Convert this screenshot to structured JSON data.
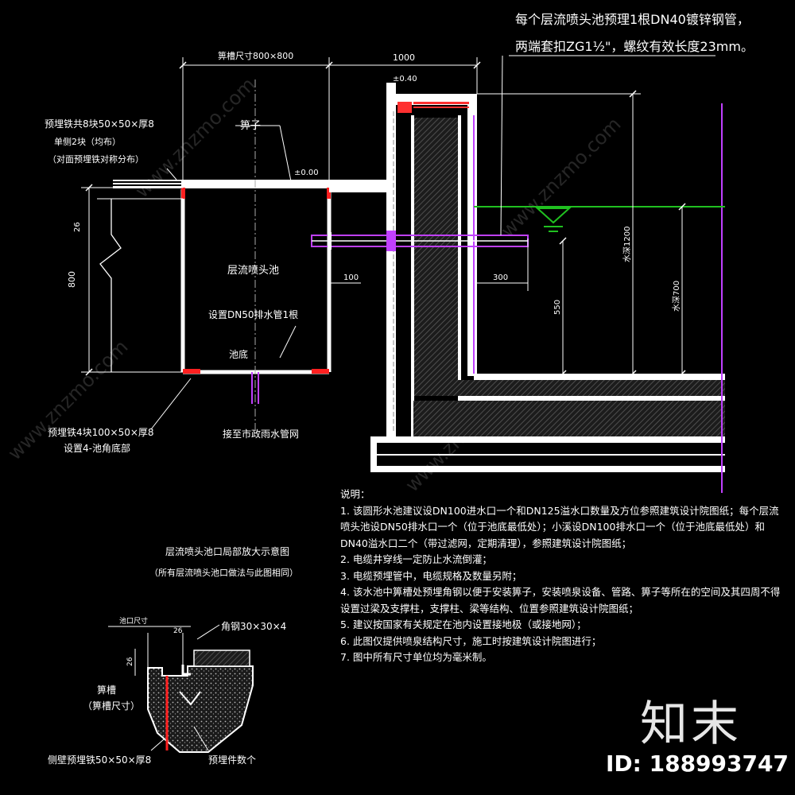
{
  "top_note": {
    "line1": "每个层流喷头池预理1根DN40镀锌钢管，",
    "line2": "两端套扣ZG1½\"，螺纹有效长度23mm。"
  },
  "dims": {
    "box_size": "箅槽尺寸800×800",
    "right_1000": "1000",
    "h800": "800",
    "d26_left": "26",
    "d100": "100",
    "d300": "300",
    "d550": "550",
    "water_1200": "水深1200",
    "water_700": "水深700",
    "level_top": "±0.40",
    "level_mid": "±0.00"
  },
  "labels": {
    "embed_top_1": "预埋铁共8块50×50×厚8",
    "embed_top_2": "单侧2块（均布）",
    "embed_top_3": "（对面预埋铁对称分布）",
    "grate": "箅子",
    "pool": "层流喷头池",
    "drain": "设置DN50排水管1根",
    "pool_bottom": "池底",
    "embed_bottom_1": "预埋铁4块100×50×厚8",
    "embed_bottom_2": "设置4-池角底部",
    "rain": "接至市政雨水管网"
  },
  "detail": {
    "title": "层流喷头池口局部放大示意图",
    "subtitle": "（所有层流喷头池口做法与此图相同）",
    "pool_size": "池口尺寸",
    "d26a": "26",
    "d26b": "26",
    "angle": "角钢30×30×4",
    "grate1": "箅槽",
    "grate2": "（箅槽尺寸）",
    "side_embed": "侧壁预埋铁50×50×厚8",
    "embed_count": "预埋件数个"
  },
  "notes": {
    "title": "说明：",
    "items": [
      "1. 该圆形水池建议设DN100进水口一个和DN125溢水口数量及方位参照建筑设计院图纸；每个层流喷头池设DN50排水口一个（位于池底最低处）；小溪设DN100排水口一个（位于池底最低处）和DN40溢水口二个（带过滤网，定期清理），参照建筑设计院图纸；",
      "2. 电缆井穿线一定防止水流倒灌；",
      "3. 电缆预埋管中，电缆规格及数量另附；",
      "4. 该水池中箅槽处预埋角钢以便于安装箅子，安装喷泉设备、管路、箅子等所在的空间及其四周不得设置过梁及支撑柱，支撑柱、梁等结构、位置参照建筑设计院图纸；",
      "5. 建议按国家有关规定在池内设置接地极（或接地网）；",
      "6. 此图仅提供喷泉结构尺寸，施工时按建筑设计院图进行；",
      "7. 图中所有尺寸单位均为毫米制。"
    ]
  },
  "brand": {
    "name": "知末",
    "id": "ID: 188993747",
    "watermark": "www.znzmo.com"
  },
  "colors": {
    "line": "#ffffff",
    "embed": "#ff2020",
    "water": "#20c020",
    "pipe": "#c040ff",
    "accent_red": "#ff3030"
  }
}
